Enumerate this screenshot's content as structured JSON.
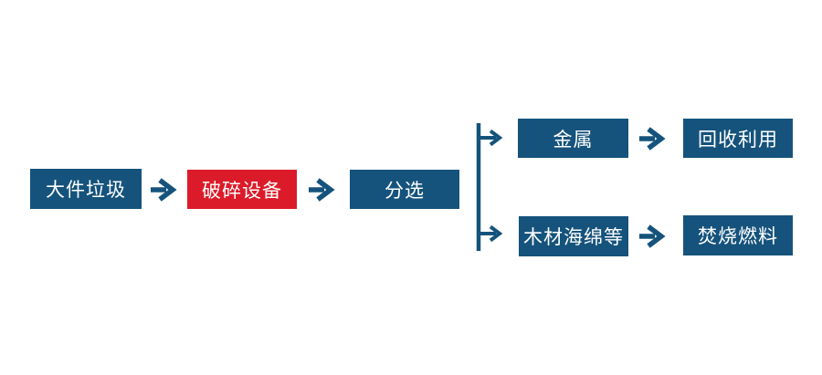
{
  "diagram": {
    "colors": {
      "blue": "#15537C",
      "red": "#DC1B2A",
      "arrow": "#15537C",
      "text": "#FFFFFF",
      "background": "#FFFFFF"
    },
    "nodes": [
      {
        "id": "bulky-waste",
        "label": "大件垃圾",
        "color": "blue"
      },
      {
        "id": "crushing-equipment",
        "label": "破碎设备",
        "color": "red"
      },
      {
        "id": "sorting",
        "label": "分选",
        "color": "blue"
      },
      {
        "id": "metal",
        "label": "金属",
        "color": "blue"
      },
      {
        "id": "recycling",
        "label": "回收利用",
        "color": "blue"
      },
      {
        "id": "wood-sponge-etc",
        "label": "木材海绵等",
        "color": "blue"
      },
      {
        "id": "incineration-fuel",
        "label": "焚烧燃料",
        "color": "blue"
      }
    ],
    "edges": [
      {
        "from": "大件垃圾",
        "to": "破碎设备"
      },
      {
        "from": "破碎设备",
        "to": "分选"
      },
      {
        "from": "分选",
        "to": "金属"
      },
      {
        "from": "分选",
        "to": "木材海绵等"
      },
      {
        "from": "金属",
        "to": "回收利用"
      },
      {
        "from": "木材海绵等",
        "to": "焚烧燃料"
      }
    ],
    "icons": {
      "arrow_right": "→",
      "branch": "⊢"
    }
  }
}
